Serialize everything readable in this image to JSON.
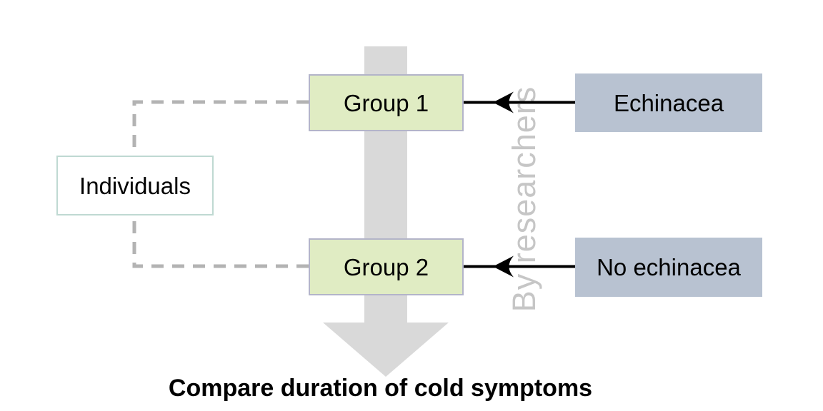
{
  "diagram": {
    "population_box": {
      "label": "Individuals"
    },
    "groups": [
      {
        "label": "Group 1"
      },
      {
        "label": "Group 2"
      }
    ],
    "treatments": [
      {
        "label": "Echinacea"
      },
      {
        "label": "No echinacea"
      }
    ],
    "watermark_label": "By researchers",
    "caption": "Compare duration of cold symptoms"
  },
  "colors": {
    "group_fill": "#e0ecc3",
    "group_border": "#b3b4c9",
    "treatment_fill": "#b8c2d1",
    "individuals_border": "#bfd9d2",
    "flow_arrow": "#d9d9d9",
    "dashed_line": "#b3b3b3",
    "watermark_text": "#c6c6c6",
    "assignment_arrow": "#000000"
  }
}
